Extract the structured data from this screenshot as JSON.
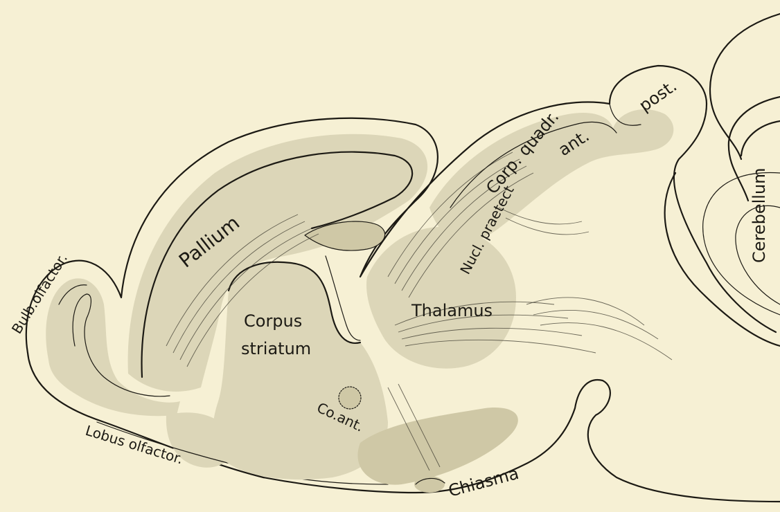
{
  "labels": {
    "pallium": "Pallium",
    "bulb_olfactor": "Bulb.olfactor.",
    "lobus_olfactor": "Lobus olfactor.",
    "corpus": "Corpus",
    "striatum": "striatum",
    "co_ant": "Co.ant.",
    "thalamus": "Thalamus",
    "nucl_praetect": "Nucl. praetect",
    "corp_quadr": "Corp. quadr.",
    "ant": "ant.",
    "post": "post.",
    "cerebellum": "Cerebellum",
    "chiasma": "Chiasma"
  },
  "colors": {
    "paper": "#f6f0d4",
    "ink": "#1c1a14",
    "shade": "#dcd6b8"
  }
}
